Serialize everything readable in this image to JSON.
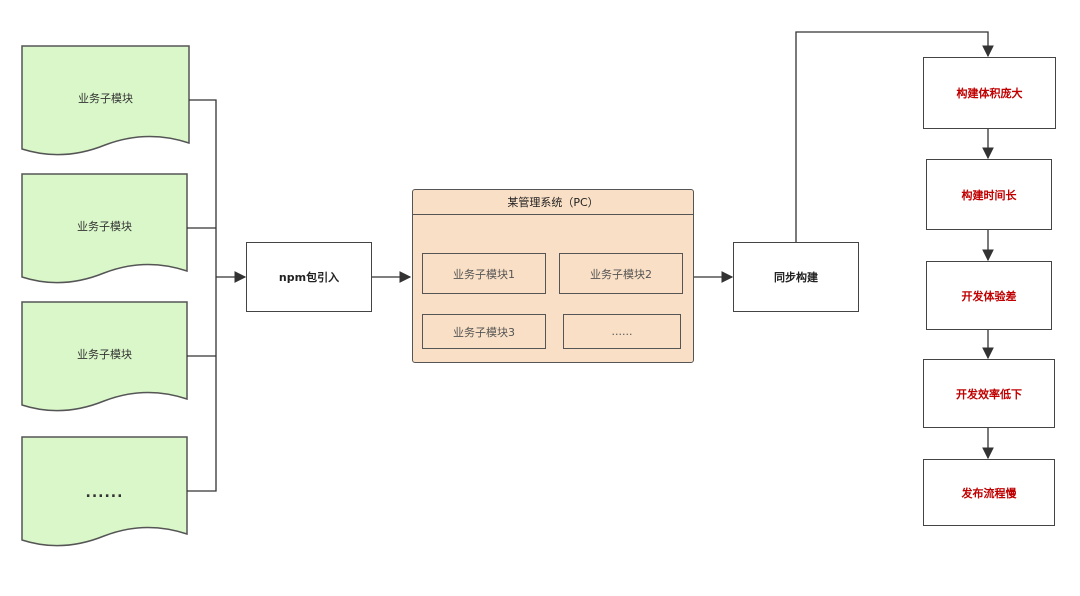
{
  "diagram": {
    "sub_modules": [
      {
        "label": "业务子模块"
      },
      {
        "label": "业务子模块"
      },
      {
        "label": "业务子模块"
      },
      {
        "label": "......"
      }
    ],
    "npm_import": {
      "label": "npm包引入"
    },
    "system": {
      "title": "某管理系统（PC）",
      "modules": [
        {
          "label": "业务子模块1"
        },
        {
          "label": "业务子模块2"
        },
        {
          "label": "业务子模块3"
        },
        {
          "label": "......"
        }
      ]
    },
    "sync_build": {
      "label": "同步构建"
    },
    "problems": [
      {
        "label": "构建体积庞大"
      },
      {
        "label": "构建时间长"
      },
      {
        "label": "开发体验差"
      },
      {
        "label": "开发效率低下"
      },
      {
        "label": "发布流程慢"
      }
    ],
    "colors": {
      "doc_fill": "#d9f7c9",
      "panel_fill": "#f9dfc5",
      "problem_text": "#c00000",
      "line": "#333333"
    }
  }
}
